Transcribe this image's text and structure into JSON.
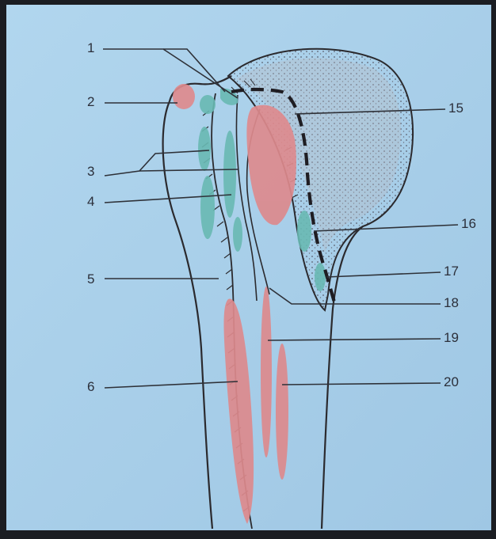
{
  "figure": {
    "labels_left": [
      "1",
      "2",
      "3",
      "4",
      "5",
      "6"
    ],
    "labels_right": [
      "15",
      "16",
      "17",
      "18",
      "19",
      "20"
    ]
  },
  "colors": {
    "paper": "#a9cfe9",
    "frame": "#1b1d22",
    "muscle_origin": "#dd8a8d",
    "muscle_insertion": "#69b9b3",
    "line": "#2b2a2e"
  }
}
